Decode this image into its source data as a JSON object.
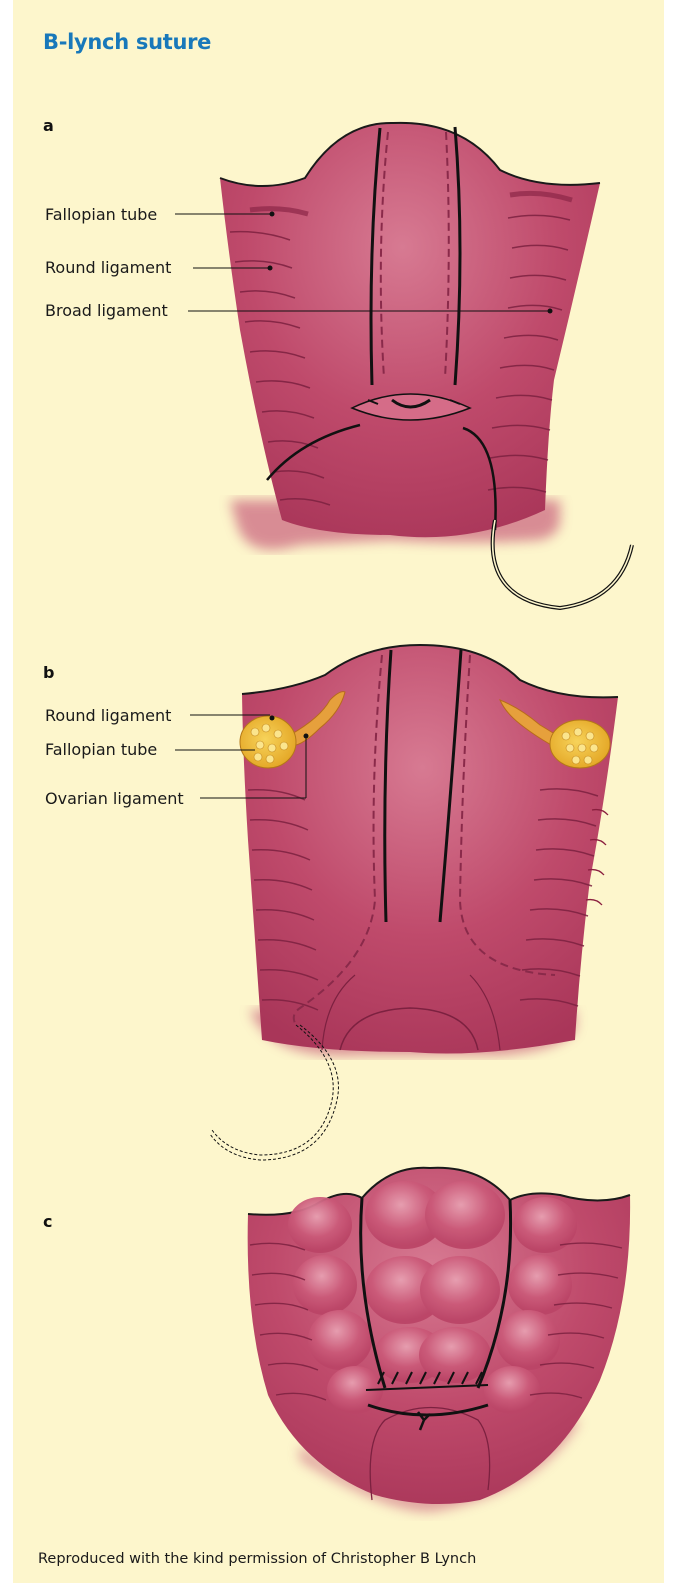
{
  "title": "B-lynch suture",
  "panels": [
    {
      "letter": "a",
      "labels": [
        "Fallopian tube",
        "Round ligament",
        "Broad ligament"
      ]
    },
    {
      "letter": "b",
      "labels": [
        "Round ligament",
        "Fallopian tube",
        "Ovarian ligament"
      ]
    },
    {
      "letter": "c",
      "labels": []
    }
  ],
  "credit": "Reproduced with the kind permission of Christopher B Lynch",
  "colors": {
    "background": "#fdf6cc",
    "title": "#1878ba",
    "uterus": "#c04a6c",
    "fat": "#e9b331"
  }
}
